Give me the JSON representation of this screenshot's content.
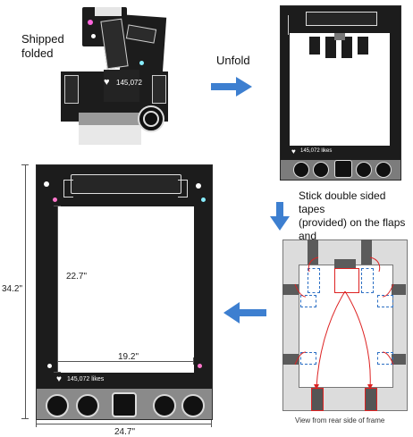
{
  "labels": {
    "shipped_folded": "Shipped\nfolded",
    "unfold": "Unfold",
    "instructions": "Stick double sided tapes\n(provided) on the flaps and\nfold to adhere to the frame",
    "rear_view": "View from rear side of frame"
  },
  "dimensions": {
    "height_outer": "34.2\"",
    "width_outer": "24.7\"",
    "height_inner": "22.7\"",
    "width_inner": "19.2\""
  },
  "frame": {
    "likes_small": "145,072",
    "likes_large": "145,072 likes"
  },
  "colors": {
    "arrow_blue": "#3d7fd0",
    "chalkboard": "#1c1c1c",
    "tape_blue": "#2c6fc4",
    "fold_red": "#d22222"
  },
  "icons": [
    "home-icon",
    "search-icon",
    "camera-icon",
    "heart-icon",
    "user-icon"
  ]
}
